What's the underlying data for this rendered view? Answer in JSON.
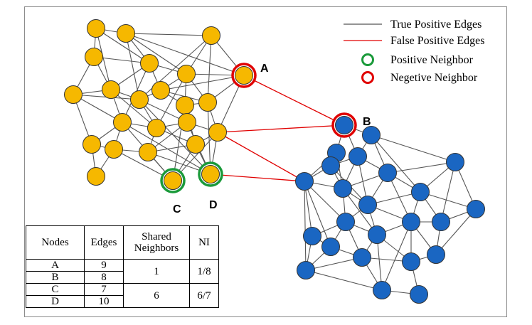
{
  "legend": {
    "true_positive_edges": "True Positive Edges",
    "false_positive_edges": "False Positive Edges",
    "positive_neighbor": "Positive Neighbor",
    "negative_neighbor": "Negetive Neighbor"
  },
  "colors": {
    "yellow_node": "#f6b800",
    "blue_node": "#1a66c2",
    "gray_edge": "#555555",
    "red_edge": "#e00000",
    "positive_ring": "#1a9a3a",
    "negative_ring": "#e00000"
  },
  "node_labels": {
    "a": "A",
    "b": "B",
    "c": "C",
    "d": "D"
  },
  "table": {
    "headers": {
      "nodes": "Nodes",
      "edges": "Edges",
      "shared_line1": "Shared",
      "shared_line2": "Neighbors",
      "ni": "NI"
    },
    "rows": [
      {
        "node": "A",
        "edges": "9"
      },
      {
        "node": "B",
        "edges": "8"
      },
      {
        "node": "C",
        "edges": "7"
      },
      {
        "node": "D",
        "edges": "10"
      }
    ],
    "groups": [
      {
        "shared": "1",
        "ni": "1/8"
      },
      {
        "shared": "6",
        "ni": "6/7"
      }
    ]
  }
}
